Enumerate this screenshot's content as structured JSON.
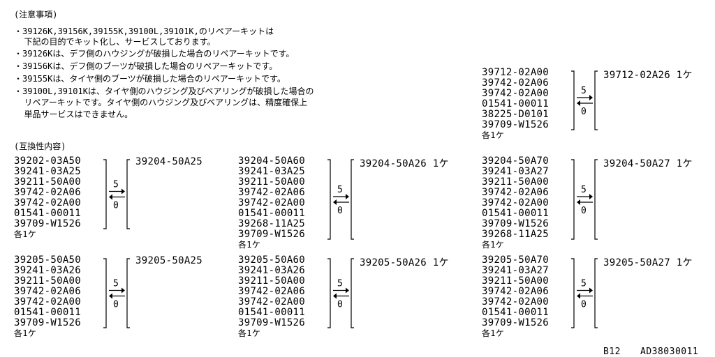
{
  "notes": {
    "title": "(注意事項)",
    "lines": [
      "・39126K,39156K,39155K,39100L,39101K,のリペアーキットは",
      "  下記の目的でキット化し、サービスしております。",
      "・39126Kは、デフ側のハウジングが破損した場合のリペアーキットです。",
      "・39156Kは、デフ側のブーツが破損した場合のリペアーキットです。",
      "・39155Kは、タイヤ側のブーツが破損した場合のリペアーキットです。",
      "・39100L,39101Kは、タイヤ側のハウジング及びベアリングが破損した場合の",
      "  リペアーキットです。タイヤ側のハウジング及びベアリングは、精度確保上",
      "  単品サービスはできません。"
    ]
  },
  "compat_title": "(互換性内容)",
  "arrow_labels": {
    "forward": "5",
    "backward": "0"
  },
  "groups": [
    {
      "id": "g0",
      "parts": [
        "39712-02A00",
        "39742-02A06",
        "39742-02A00",
        "01541-00011",
        "38225-D0101",
        "39709-W1526"
      ],
      "each": "各1ケ",
      "result": "39712-02A26 1ケ"
    },
    {
      "id": "g1",
      "parts": [
        "39202-03A50",
        "39241-03A25",
        "39211-50A00",
        "39742-02A06",
        "39742-02A00",
        "01541-00011",
        "39709-W1526"
      ],
      "each": "各1ケ",
      "result": "39204-50A25"
    },
    {
      "id": "g2",
      "parts": [
        "39204-50A60",
        "39241-03A25",
        "39211-50A00",
        "39742-02A06",
        "39742-02A00",
        "01541-00011",
        "39268-11A25",
        "39709-W1526"
      ],
      "each": "各1ケ",
      "result": "39204-50A26 1ケ"
    },
    {
      "id": "g3",
      "parts": [
        "39204-50A70",
        "39241-03A27",
        "39211-50A00",
        "39742-02A06",
        "39742-02A00",
        "01541-00011",
        "39709-W1526",
        "39268-11A25"
      ],
      "each": "各1ケ",
      "result": "39204-50A27 1ケ"
    },
    {
      "id": "g4",
      "parts": [
        "39205-50A50",
        "39241-03A26",
        "39211-50A00",
        "39742-02A06",
        "39742-02A00",
        "01541-00011",
        "39709-W1526"
      ],
      "each": "各1ケ",
      "result": "39205-50A25"
    },
    {
      "id": "g5",
      "parts": [
        "39205-50A60",
        "39241-03A26",
        "39211-50A00",
        "39742-02A06",
        "39742-02A00",
        "01541-00011",
        "39709-W1526"
      ],
      "each": "各1ケ",
      "result": "39205-50A26 1ケ"
    },
    {
      "id": "g6",
      "parts": [
        "39205-50A70",
        "39241-03A27",
        "39211-50A00",
        "39742-02A06",
        "39742-02A00",
        "01541-00011",
        "39709-W1526"
      ],
      "each": "各1ケ",
      "result": "39205-50A27 1ケ"
    }
  ],
  "footer": {
    "page": "B12",
    "code": "AD38030011"
  }
}
